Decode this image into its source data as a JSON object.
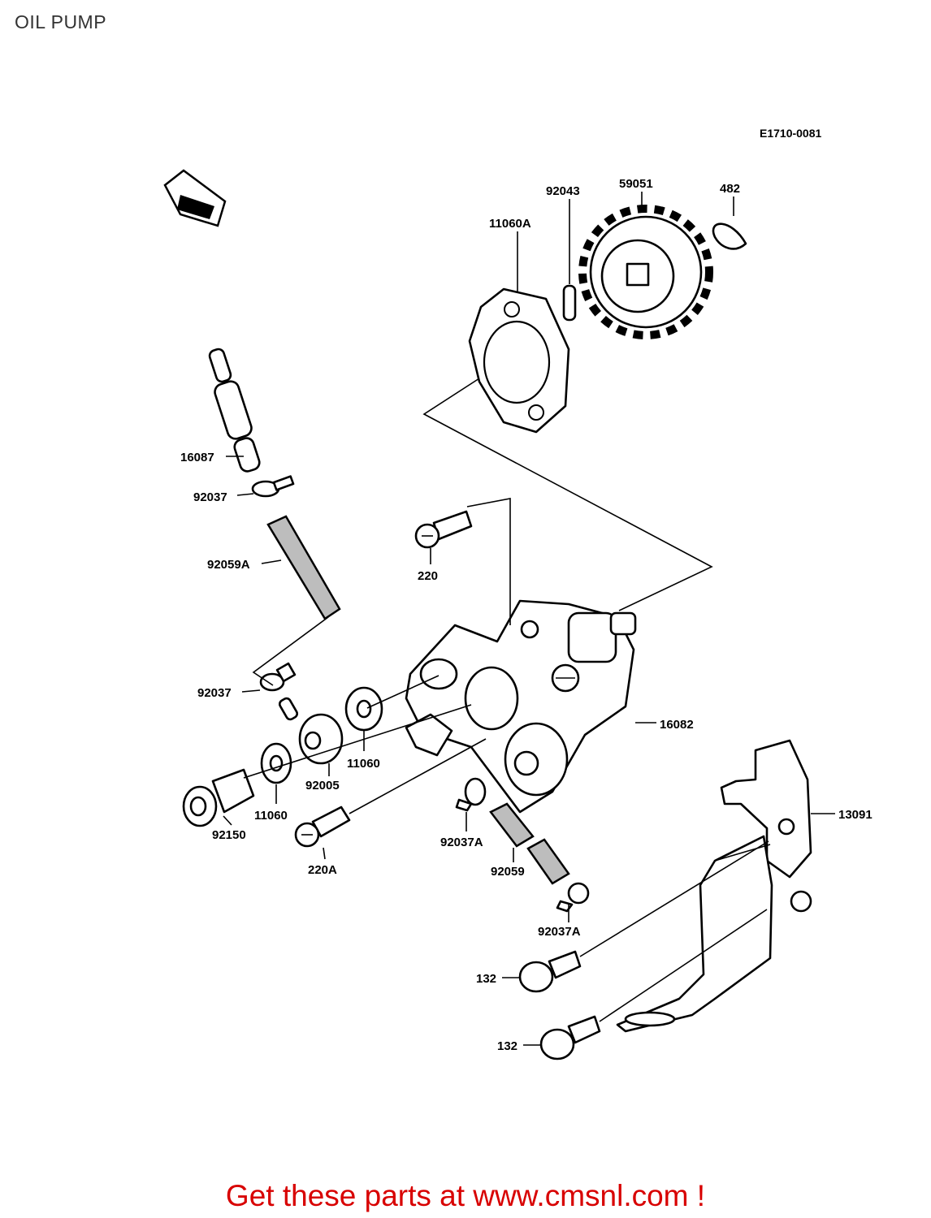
{
  "page": {
    "title": "OIL PUMP",
    "diagram_code": "E1710-0081",
    "footer_link": "Get these parts at www.cmsnl.com !"
  },
  "labels": {
    "p92043": "92043",
    "p59051": "59051",
    "p482": "482",
    "p11060A": "11060A",
    "p16087": "16087",
    "p92037_top": "92037",
    "p220": "220",
    "p92059A": "92059A",
    "p92037_mid": "92037",
    "p16082": "16082",
    "p11060_mid": "11060",
    "p92005": "92005",
    "p11060_low": "11060",
    "p92150": "92150",
    "p220A": "220A",
    "p92037A_a": "92037A",
    "p92059": "92059",
    "p92037A_b": "92037A",
    "p13091": "13091",
    "p132_a": "132",
    "p132_b": "132"
  },
  "icons": {
    "front": "front-arrow-icon"
  }
}
